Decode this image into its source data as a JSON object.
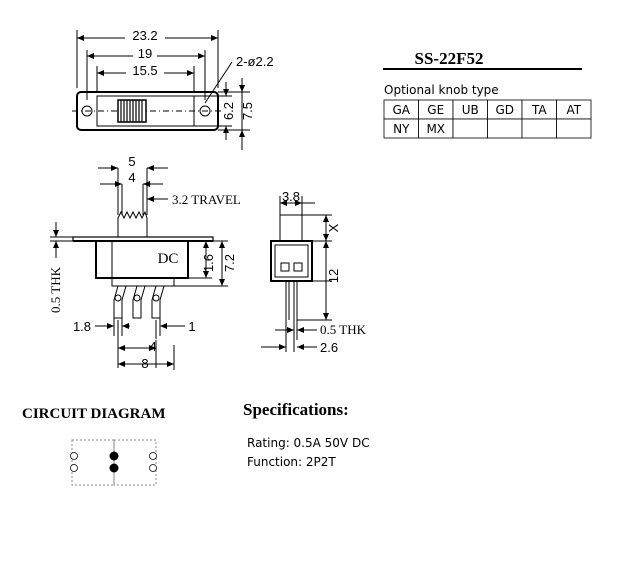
{
  "model": "SS-22F52",
  "knob_table": {
    "caption": "Optional knob type",
    "rows": [
      [
        "GA",
        "GE",
        "UB",
        "GD",
        "TA",
        "AT"
      ],
      [
        "NY",
        "MX",
        "",
        "",
        "",
        ""
      ]
    ]
  },
  "top_view": {
    "dim_overall": "23.2",
    "dim_hole_pitch": "19",
    "dim_body": "15.5",
    "dim_holes": "2-ø2.2",
    "dim_width_inner": "6.2",
    "dim_width_outer": "7.5"
  },
  "front_view": {
    "dim_knob_outer": "5",
    "dim_knob_inner": "4",
    "dim_travel": "3.2 TRAVEL",
    "body_label": "DC",
    "dim_h1": "1.6",
    "dim_h2": "7.2",
    "dim_thk": "0.5 THK",
    "dim_left_pin": "1.8",
    "dim_right_pin": "1",
    "dim_pin_pitch": "4",
    "dim_pin_span": "8"
  },
  "side_view": {
    "dim_knob_width": "3.8",
    "dim_x": "X",
    "dim_height": "12",
    "dim_thk": "0.5 THK",
    "dim_pin": "2.6"
  },
  "circuit": {
    "title": "CIRCUIT DIAGRAM"
  },
  "specs": {
    "title": "Specifications:",
    "rating": "Rating: 0.5A 50V DC",
    "function": "Function: 2P2T"
  }
}
